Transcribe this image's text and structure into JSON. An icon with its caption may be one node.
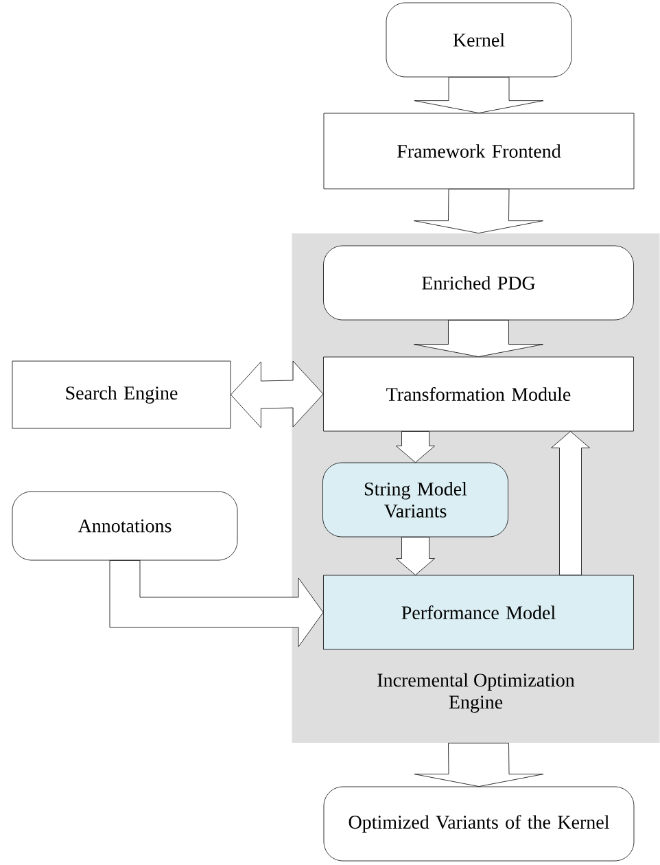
{
  "diagram": {
    "nodes": [
      {
        "text": [
          "Kernel"
        ]
      },
      {
        "text": [
          "Framework Frontend"
        ]
      },
      {
        "text": [
          "Incremental Optimization Engine"
        ]
      },
      {
        "text": [
          "Enriched PDG"
        ],
        "in": 2
      },
      {
        "text": [
          "Search Engine"
        ]
      },
      {
        "text": [
          "Transformation Module"
        ],
        "in": 2
      },
      {
        "text": [
          "String Model Variants"
        ],
        "in": 2
      },
      {
        "text": [
          "Annotations"
        ]
      },
      {
        "text": [
          "Performance Model"
        ],
        "in": 2
      },
      {
        "text": [
          "Optimized Variants of the Kernel"
        ]
      }
    ],
    "edges": [
      {
        "from": 0,
        "to": 1,
        "arrow": "to"
      },
      {
        "from": 1,
        "to": 2,
        "arrow": "to"
      },
      {
        "from": 3,
        "to": 5,
        "arrow": "to"
      },
      {
        "from": 4,
        "to": 5,
        "arrow": "both"
      },
      {
        "from": 5,
        "to": 6,
        "arrow": "to"
      },
      {
        "from": 6,
        "to": 8,
        "arrow": "to"
      },
      {
        "from": 8,
        "to": 5,
        "arrow": "to"
      },
      {
        "from": 7,
        "to": 8,
        "arrow": "to"
      },
      {
        "from": 2,
        "to": 9,
        "arrow": "to"
      }
    ]
  }
}
